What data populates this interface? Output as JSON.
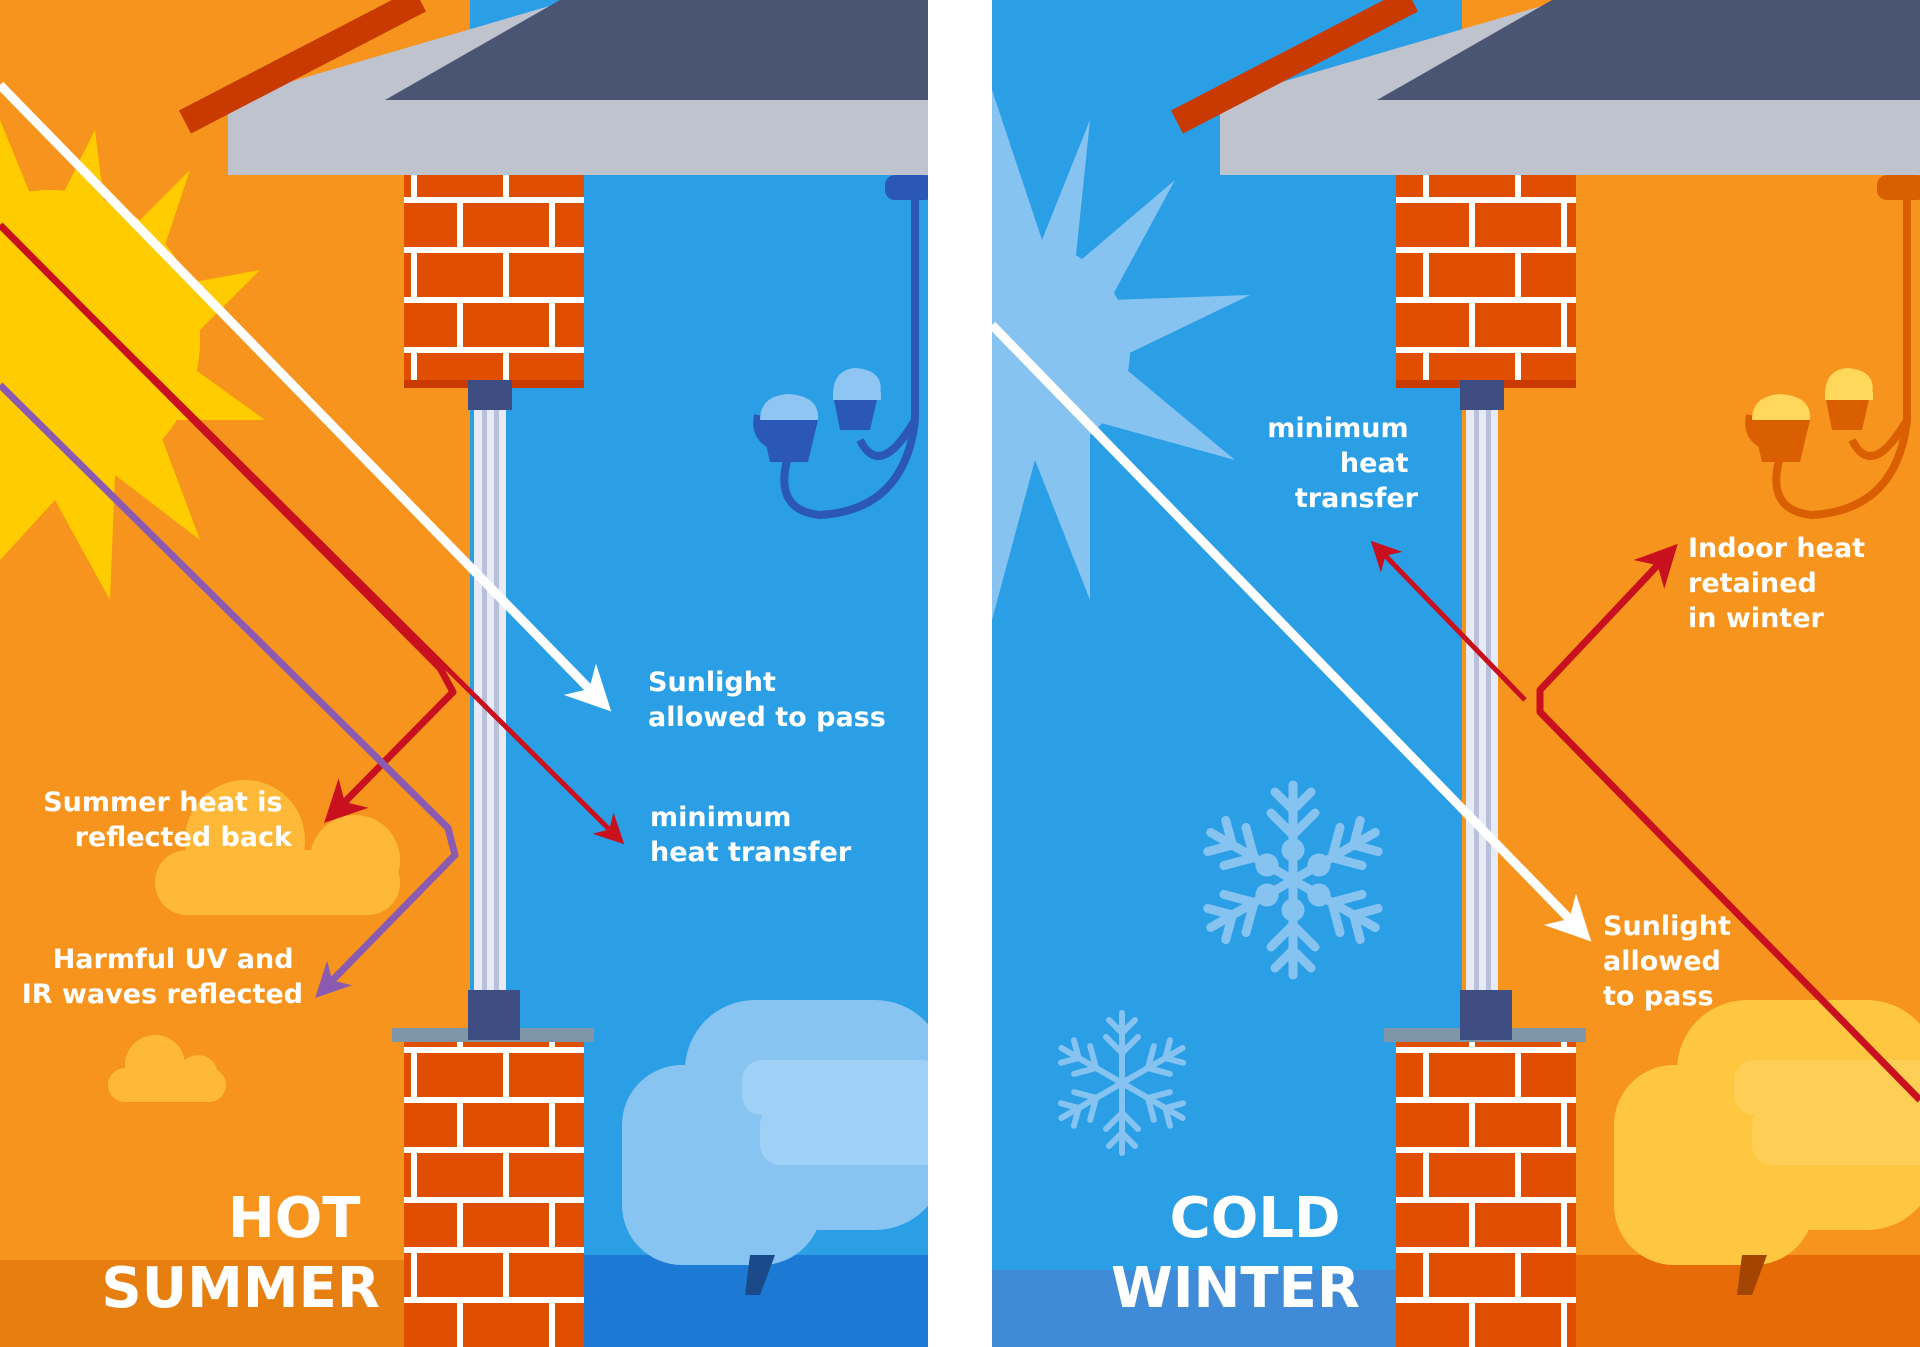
{
  "summer": {
    "title_line1": "HOT",
    "title_line2": "SUMMER",
    "sunlight_line1": "Sunlight",
    "sunlight_line2": "allowed to pass",
    "heat_line1": "minimum",
    "heat_line2": "heat transfer",
    "reflect_line1": "Summer heat is",
    "reflect_line2": "reflected back",
    "uv_line1": "Harmful UV and",
    "uv_line2": "IR waves reflected"
  },
  "winter": {
    "title_line1": "COLD",
    "title_line2": "WINTER",
    "heat_line1": "minimum",
    "heat_line2": "heat",
    "heat_line3": "transfer",
    "indoor_line1": "Indoor heat",
    "indoor_line2": "retained",
    "indoor_line3": "in winter",
    "sunlight_line1": "Sunlight",
    "sunlight_line2": "allowed",
    "sunlight_line3": "to pass"
  },
  "colors": {
    "summer_bg": "#F7941D",
    "sky_blue": "#2B9FE6",
    "brick": "#E04E00",
    "roof_gray": "#BFC3CE",
    "roof_dark": "#4A5573",
    "arrow_red": "#C8101E",
    "arrow_purple": "#8A5BB0",
    "sun_yellow": "#FFCC00"
  }
}
